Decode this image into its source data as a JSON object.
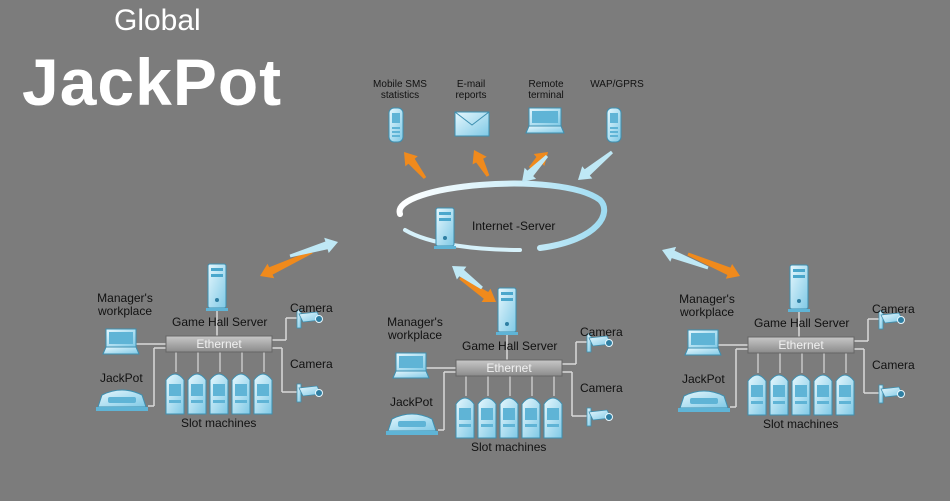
{
  "title": {
    "line1": "Global",
    "line2": "JackPot"
  },
  "reports": {
    "sms": "Mobile SMS\nstatistics",
    "email": "E-mail\nreports",
    "remote": "Remote\nterminal",
    "wap": "WAP/GPRS"
  },
  "internet_server_label": "Internet -Server",
  "halls": [
    {
      "server": "Game Hall Server",
      "manager": "Manager's\nworkplace",
      "jackpot": "JackPot",
      "camera1": "Camera",
      "camera2": "Camera",
      "ethernet": "Ethernet",
      "slots": "Slot machines"
    },
    {
      "server": "Game Hall Server",
      "manager": "Manager's\nworkplace",
      "jackpot": "JackPot",
      "camera1": "Camera",
      "camera2": "Camera",
      "ethernet": "Ethernet",
      "slots": "Slot machines"
    },
    {
      "server": "Game Hall Server",
      "manager": "Manager's\nworkplace",
      "jackpot": "JackPot",
      "camera1": "Camera",
      "camera2": "Camera",
      "ethernet": "Ethernet",
      "slots": "Slot machines"
    }
  ],
  "colors": {
    "background": "#7c7c7c",
    "device": "#aee3f5",
    "device_edge": "#3d8fb0",
    "arrow_orange": "#f08a1c",
    "arrow_blue": "#bfe8f5"
  }
}
